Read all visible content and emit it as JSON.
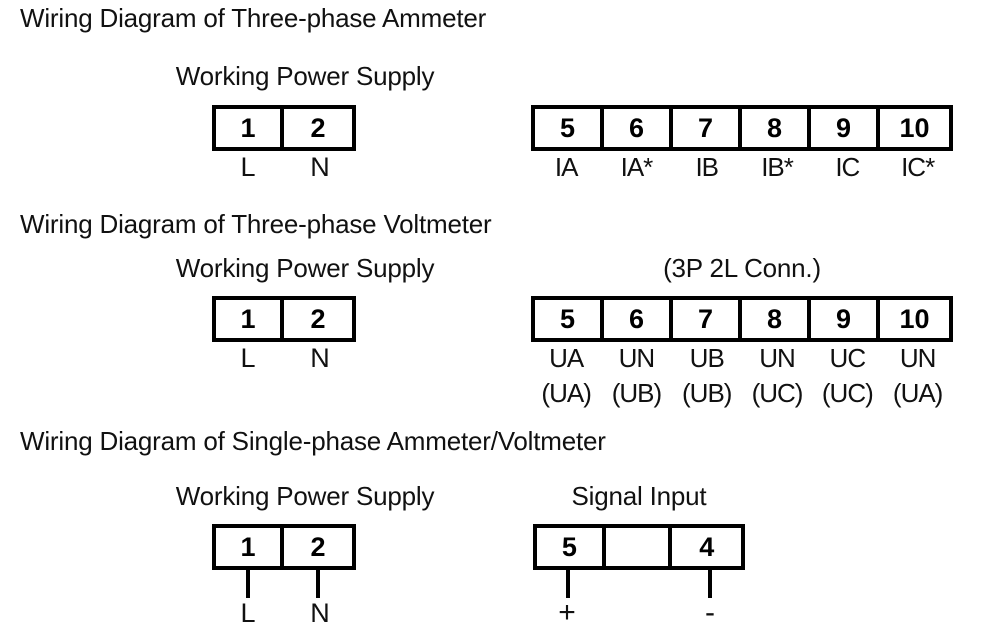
{
  "page": {
    "background": "#ffffff",
    "ink": "#111111",
    "line_color": "#000000"
  },
  "sections": [
    {
      "id": "three-phase-ammeter",
      "heading": "Wiring Diagram of Three-phase Ammeter",
      "power_supply": {
        "caption": "Working Power Supply",
        "terminals": [
          "1",
          "2"
        ],
        "labels": [
          "L",
          "N"
        ],
        "has_leads": false
      },
      "signal": {
        "caption": "",
        "terminals": [
          "5",
          "6",
          "7",
          "8",
          "9",
          "10"
        ],
        "labels": [
          "IA",
          "IA*",
          "IB",
          "IB*",
          "IC",
          "IC*"
        ],
        "sub_labels": [],
        "has_leads": false
      }
    },
    {
      "id": "three-phase-voltmeter",
      "heading": "Wiring Diagram of Three-phase Voltmeter",
      "power_supply": {
        "caption": "Working Power Supply",
        "terminals": [
          "1",
          "2"
        ],
        "labels": [
          "L",
          "N"
        ],
        "has_leads": false
      },
      "signal": {
        "caption": "(3P 2L Conn.)",
        "terminals": [
          "5",
          "6",
          "7",
          "8",
          "9",
          "10"
        ],
        "labels": [
          "UA",
          "UN",
          "UB",
          "UN",
          "UC",
          "UN"
        ],
        "sub_labels": [
          "(UA)",
          "(UB)",
          "(UB)",
          "(UC)",
          "(UC)",
          "(UA)"
        ],
        "has_leads": false
      }
    },
    {
      "id": "single-phase-ammeter-voltmeter",
      "heading": "Wiring Diagram of Single-phase Ammeter/Voltmeter",
      "power_supply": {
        "caption": "Working Power Supply",
        "terminals": [
          "1",
          "2"
        ],
        "labels": [
          "L",
          "N"
        ],
        "has_leads": true
      },
      "signal": {
        "caption": "Signal Input",
        "terminals": [
          "5",
          "",
          "4"
        ],
        "labels": [
          "+",
          "",
          "-"
        ],
        "sub_labels": [],
        "has_leads": true
      }
    }
  ]
}
